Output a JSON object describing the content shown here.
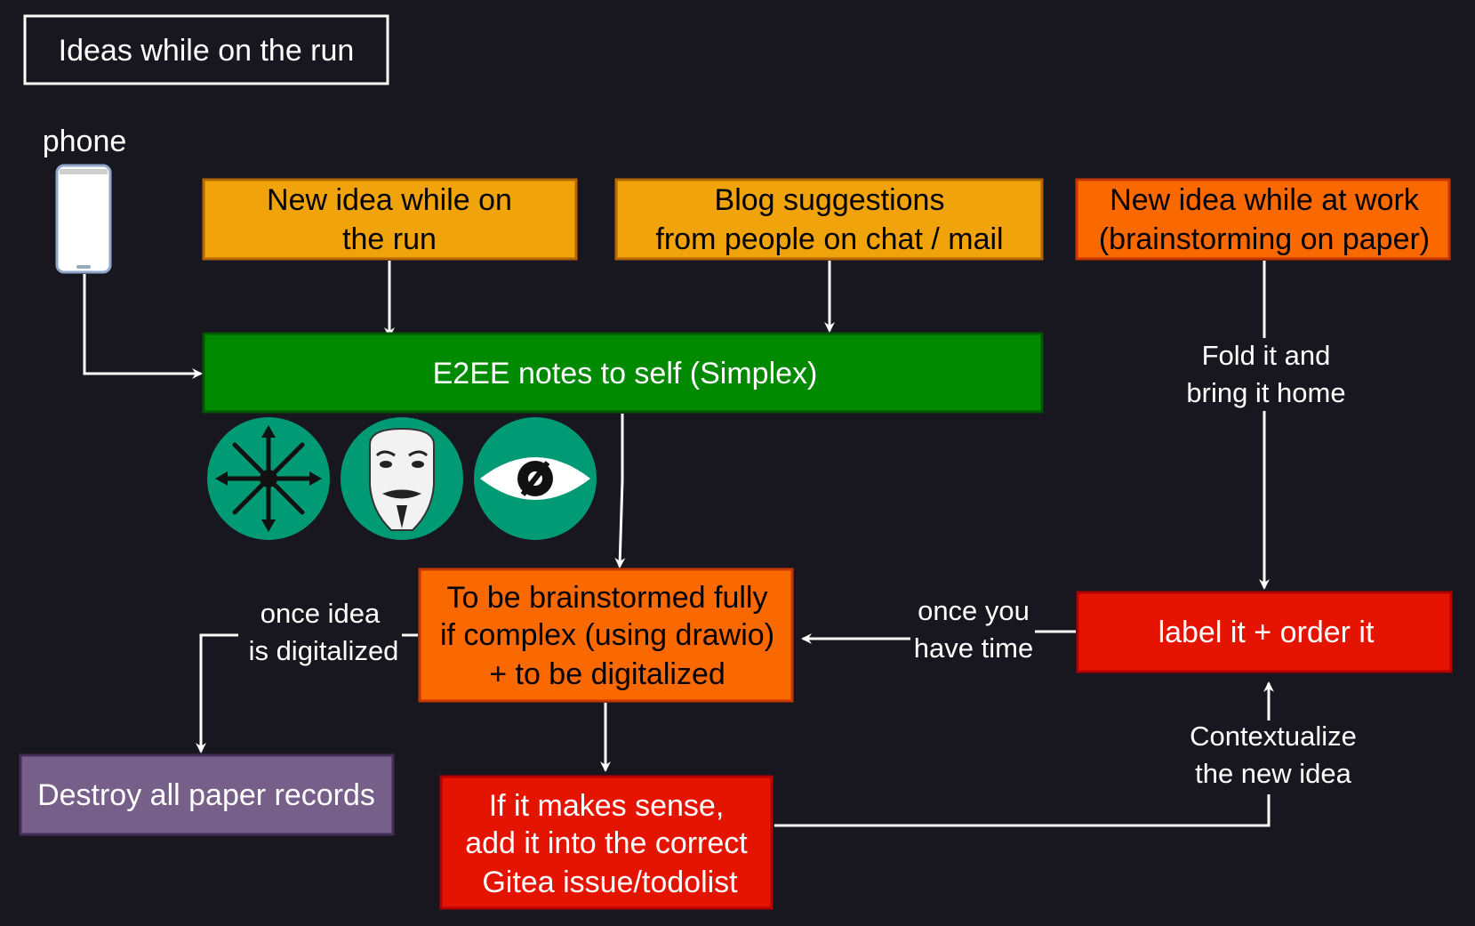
{
  "title": "Ideas while on the run",
  "phone": {
    "label": "phone",
    "icon": "smartphone-icon"
  },
  "colors": {
    "background": "#18161f",
    "amber": "#f0a30a",
    "orange": "#fa6800",
    "green": "#008a00",
    "red": "#e51400",
    "purple": "#76608a",
    "icon_teal": "#009a74"
  },
  "nodes": {
    "new_idea_run": [
      "New idea while on",
      "the run"
    ],
    "blog_suggestions": [
      "Blog suggestions",
      "from people on chat / mail"
    ],
    "new_idea_work": [
      "New idea while at work",
      "(brainstorming on paper)"
    ],
    "e2ee_notes": [
      "E2EE notes to self (Simplex)"
    ],
    "brainstorm": [
      "To be brainstormed fully",
      "if complex (using drawio)",
      "+ to be digitalized"
    ],
    "label_order": [
      "label it + order it"
    ],
    "destroy": [
      "Destroy all paper records"
    ],
    "gitea": [
      "If it makes sense,",
      "add it into the correct",
      "Gitea issue/todolist"
    ]
  },
  "edge_labels": {
    "fold": [
      "Fold it and",
      "bring it home"
    ],
    "once_digitalized": [
      "once idea",
      "is digitalized"
    ],
    "once_time": [
      "once you",
      "have time"
    ],
    "contextualize": [
      "Contextualize",
      "the new idea"
    ]
  },
  "privacy_icons": [
    "chaos-star-icon",
    "guy-fawkes-mask-icon",
    "crossed-eye-icon"
  ]
}
